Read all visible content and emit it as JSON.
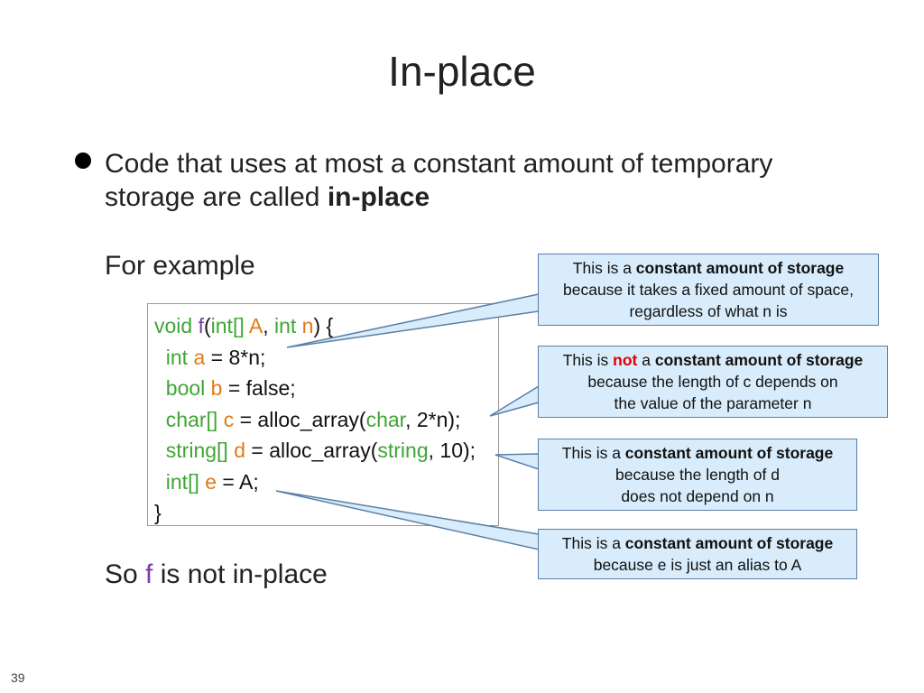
{
  "slide": {
    "title": "In-place",
    "bullet_text_1": "Code that uses at most a constant amount of temporary storage are called ",
    "bullet_bold": "in-place",
    "example_label": "For example",
    "conclusion_prefix": "So ",
    "conclusion_fn": "f",
    "conclusion_suffix": " is not in-place",
    "page_number": "39"
  },
  "code": {
    "line1": {
      "void": "void ",
      "f": "f",
      "open": "(",
      "type1": "int[] ",
      "A": "A",
      "comma": ", ",
      "type2": "int ",
      "n": "n",
      "close": ") {"
    },
    "line2": {
      "type": "  int ",
      "var": "a",
      "rest": " = 8*n;"
    },
    "line3": {
      "type": "  bool ",
      "var": "b",
      "rest": " = false;"
    },
    "line4": {
      "type": "  char[] ",
      "var": "c",
      "eq": " = alloc_array(",
      "arg": "char",
      "rest": ", 2*n);"
    },
    "line5": {
      "type": "  string[] ",
      "var": "d",
      "eq": " = alloc_array(",
      "arg": "string",
      "rest": ", 10);"
    },
    "line6": {
      "type": "  int[] ",
      "var": "e",
      "rest": " = A;"
    },
    "line7": "}"
  },
  "callouts": [
    {
      "pre": "This is a ",
      "bold": "constant amount of storage",
      "line2": "because it takes a fixed amount of space,",
      "line3": "regardless of what n is"
    },
    {
      "pre": "This is ",
      "red": "not",
      "mid": " a ",
      "bold": "constant amount of storage",
      "line2": "because the length of c depends on",
      "line3": "the value of the parameter n"
    },
    {
      "pre": "This is a ",
      "bold": "constant amount of storage",
      "line2": "because the length of d",
      "line3": "does not depend on n"
    },
    {
      "pre": "This is a ",
      "bold": "constant amount of storage",
      "line2": "because e is just an alias to A"
    }
  ]
}
